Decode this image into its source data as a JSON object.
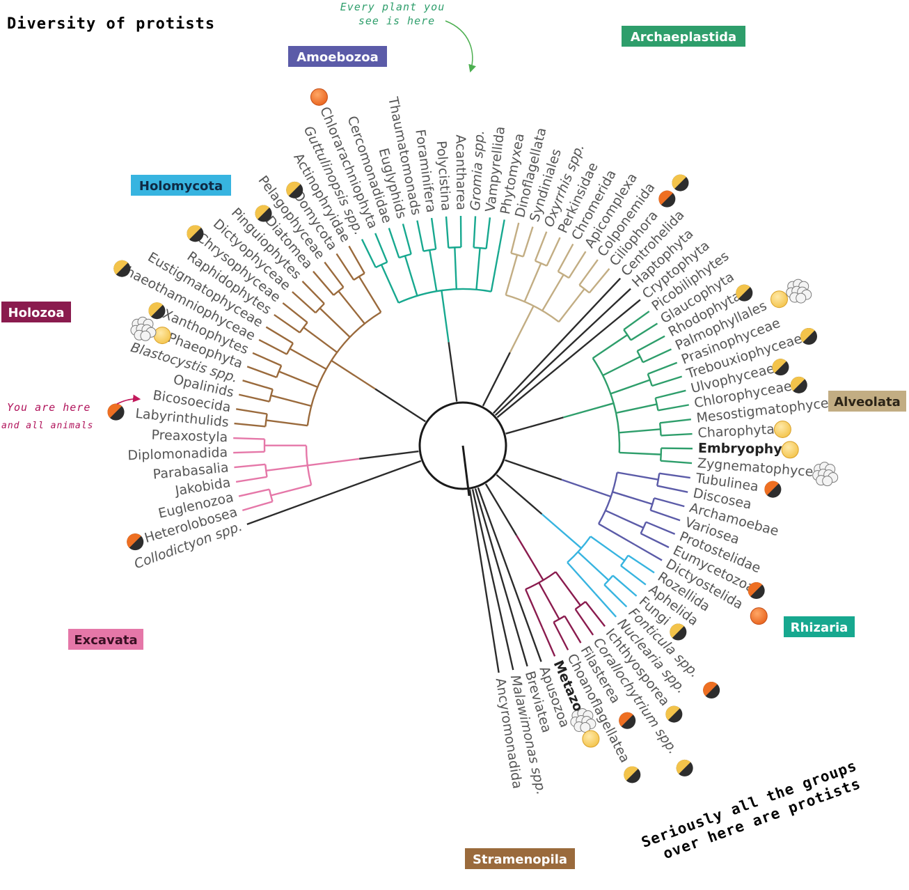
{
  "title": "Diversity of protists",
  "colors": {
    "amoebozoa": "#5b5ba8",
    "archaeplastida": "#2e9e6b",
    "holomycota": "#37b4e0",
    "holozoa": "#8a1b4e",
    "excavata": "#e577a8",
    "alveolata": "#c2ad83",
    "rhizaria": "#17a88f",
    "stramenopila": "#9a6a3c",
    "other": "#2b2b2b"
  },
  "groups": {
    "amoebozoa": "Amoebozoa",
    "archaeplastida": "Archaeplastida",
    "holomycota": "Holomycota",
    "holozoa": "Holozoa",
    "excavata": "Excavata",
    "alveolata": "Alveolata",
    "rhizaria": "Rhizaria",
    "stramenopila": "Stramenopila"
  },
  "annotations": {
    "plants_line1": "Every plant you",
    "plants_line2": "see is here",
    "animals_line1": "You are here",
    "animals_line2": "and all animals",
    "protists_line1": "Seriously all the groups",
    "protists_line2": "over here are protists"
  },
  "taxa": [
    {
      "name": "Collodictyon spp.",
      "group": "other"
    },
    {
      "name": "Heterolobosea",
      "group": "excavata"
    },
    {
      "name": "Euglenozoa",
      "group": "excavata"
    },
    {
      "name": "Jakobida",
      "group": "excavata"
    },
    {
      "name": "Parabasalia",
      "group": "excavata"
    },
    {
      "name": "Diplomonadida",
      "group": "excavata"
    },
    {
      "name": "Preaxostyla",
      "group": "excavata"
    },
    {
      "name": "Labyrinthulids",
      "group": "stramenopila"
    },
    {
      "name": "Bicosoecida",
      "group": "stramenopila"
    },
    {
      "name": "Opalinids",
      "group": "stramenopila"
    },
    {
      "name": "Blastocystis spp.",
      "group": "stramenopila"
    },
    {
      "name": "Phaeophyta",
      "group": "stramenopila"
    },
    {
      "name": "Xanthophytes",
      "group": "stramenopila"
    },
    {
      "name": "Phaeothamniophyceae",
      "group": "stramenopila"
    },
    {
      "name": "Eustigmatophyceae",
      "group": "stramenopila"
    },
    {
      "name": "Raphidophytes",
      "group": "stramenopila"
    },
    {
      "name": "Chrysophyceae",
      "group": "stramenopila"
    },
    {
      "name": "Dictyophyceae",
      "group": "stramenopila"
    },
    {
      "name": "Pinguiophytes",
      "group": "stramenopila"
    },
    {
      "name": "Diatomea",
      "group": "stramenopila"
    },
    {
      "name": "Pelagophyceae",
      "group": "stramenopila"
    },
    {
      "name": "Oomycota",
      "group": "stramenopila"
    },
    {
      "name": "Actinophryidae",
      "group": "stramenopila"
    },
    {
      "name": "Guttulinopsis spp.",
      "group": "rhizaria"
    },
    {
      "name": "Chlorarachniophyta",
      "group": "rhizaria"
    },
    {
      "name": "Cercomonadidae",
      "group": "rhizaria"
    },
    {
      "name": "Euglyphids",
      "group": "rhizaria"
    },
    {
      "name": "Thaumatomonads",
      "group": "rhizaria"
    },
    {
      "name": "Foraminifera",
      "group": "rhizaria"
    },
    {
      "name": "Polycistina",
      "group": "rhizaria"
    },
    {
      "name": "Acantharea",
      "group": "rhizaria"
    },
    {
      "name": "Gromia spp.",
      "group": "rhizaria"
    },
    {
      "name": "Vampyrellida",
      "group": "rhizaria"
    },
    {
      "name": "Phytomyxea",
      "group": "rhizaria"
    },
    {
      "name": "Dinoflagellata",
      "group": "alveolata"
    },
    {
      "name": "Syndiniales",
      "group": "alveolata"
    },
    {
      "name": "Oxyrrhis spp.",
      "group": "alveolata"
    },
    {
      "name": "Perkinsidae",
      "group": "alveolata"
    },
    {
      "name": "Chromerida",
      "group": "alveolata"
    },
    {
      "name": "Apicomplexa",
      "group": "alveolata"
    },
    {
      "name": "Colponemida",
      "group": "alveolata"
    },
    {
      "name": "Ciliophora",
      "group": "alveolata"
    },
    {
      "name": "Centrohelida",
      "group": "other"
    },
    {
      "name": "Haptophyta",
      "group": "other"
    },
    {
      "name": "Cryptophyta",
      "group": "other"
    },
    {
      "name": "Picobiliphytes",
      "group": "archaeplastida"
    },
    {
      "name": "Glaucophyta",
      "group": "archaeplastida"
    },
    {
      "name": "Rhodophyta",
      "group": "archaeplastida"
    },
    {
      "name": "Palmophyllales",
      "group": "archaeplastida"
    },
    {
      "name": "Prasinophyceae",
      "group": "archaeplastida"
    },
    {
      "name": "Trebouxiophyceae",
      "group": "archaeplastida"
    },
    {
      "name": "Ulvophyceae",
      "group": "archaeplastida"
    },
    {
      "name": "Chlorophyceae",
      "group": "archaeplastida"
    },
    {
      "name": "Mesostigmatophyceae",
      "group": "archaeplastida"
    },
    {
      "name": "Charophyta",
      "group": "archaeplastida"
    },
    {
      "name": "Embryophyta",
      "group": "archaeplastida",
      "bold": true
    },
    {
      "name": "Zygnematophyceae",
      "group": "archaeplastida"
    },
    {
      "name": "Tubulinea",
      "group": "amoebozoa"
    },
    {
      "name": "Discosea",
      "group": "amoebozoa"
    },
    {
      "name": "Archamoebae",
      "group": "amoebozoa"
    },
    {
      "name": "Variosea",
      "group": "amoebozoa"
    },
    {
      "name": "Protostelidae",
      "group": "amoebozoa"
    },
    {
      "name": "Eumycetozoa",
      "group": "amoebozoa"
    },
    {
      "name": "Dictyostelida",
      "group": "amoebozoa"
    },
    {
      "name": "Rozellida",
      "group": "holomycota"
    },
    {
      "name": "Aphelida",
      "group": "holomycota"
    },
    {
      "name": "Fungi",
      "group": "holomycota"
    },
    {
      "name": "Fonticula spp.",
      "group": "holomycota"
    },
    {
      "name": "Nuclearia spp.",
      "group": "holomycota"
    },
    {
      "name": "Ichthyosporea",
      "group": "holozoa"
    },
    {
      "name": "Corallochytrium spp.",
      "group": "holozoa"
    },
    {
      "name": "Filasterea",
      "group": "holozoa"
    },
    {
      "name": "Choanoflagellatea",
      "group": "holozoa"
    },
    {
      "name": "Metazoa",
      "group": "holozoa",
      "bold": true
    },
    {
      "name": "Apusozoa",
      "group": "other"
    },
    {
      "name": "Breviatea",
      "group": "other"
    },
    {
      "name": "Malawimonas spp.",
      "group": "other"
    },
    {
      "name": "Ancyromonadida",
      "group": "other"
    }
  ]
}
